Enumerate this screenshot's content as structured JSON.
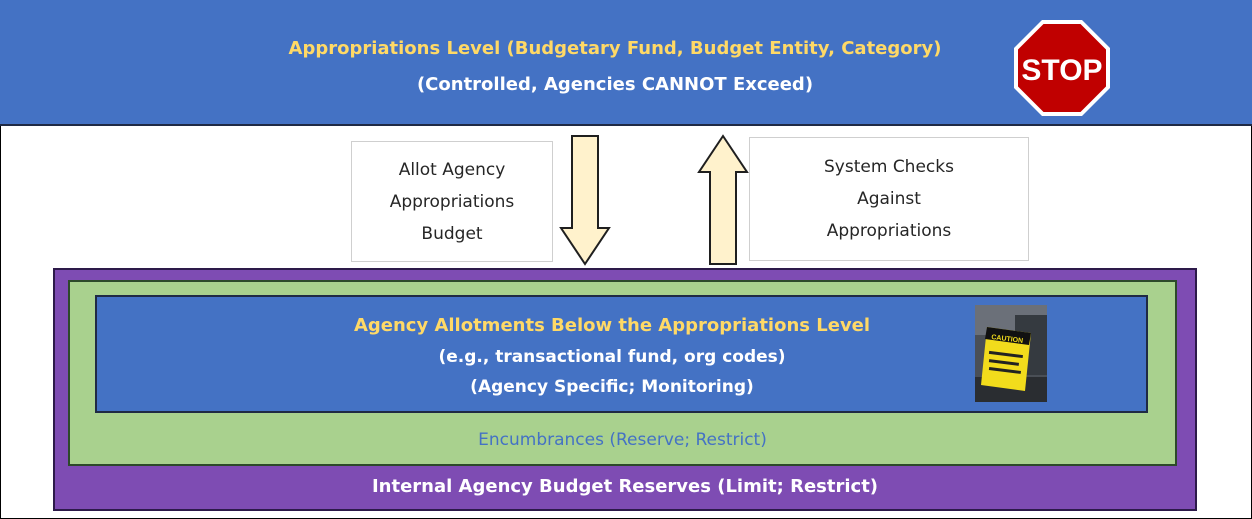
{
  "appropriations": {
    "title": "Appropriations Level (Budgetary Fund, Budget Entity, Category)",
    "subtitle": "(Controlled, Agencies CANNOT Exceed)",
    "stop_sign_text": "STOP"
  },
  "flows": {
    "allot": {
      "lines": [
        "Allot Agency",
        "Appropriations",
        "Budget"
      ]
    },
    "check": {
      "lines": [
        "System Checks",
        "Against",
        "Appropriations"
      ]
    }
  },
  "allotments": {
    "title": "Agency Allotments Below the Appropriations Level",
    "line2": "(e.g., transactional fund, org codes)",
    "line3": "(Agency Specific; Monitoring)",
    "caution_sign_text": "CAUTION"
  },
  "encumbrances": {
    "label": "Encumbrances (Reserve; Restrict)"
  },
  "reserves": {
    "label": "Internal Agency Budget Reserves (Limit; Restrict)"
  },
  "colors": {
    "banner_blue": "#4472c4",
    "title_yellow": "#ffd966",
    "green": "#a9d18e",
    "purple": "#7e4cb3",
    "arrow_fill": "#fff2cc",
    "stop_red": "#c00000"
  }
}
